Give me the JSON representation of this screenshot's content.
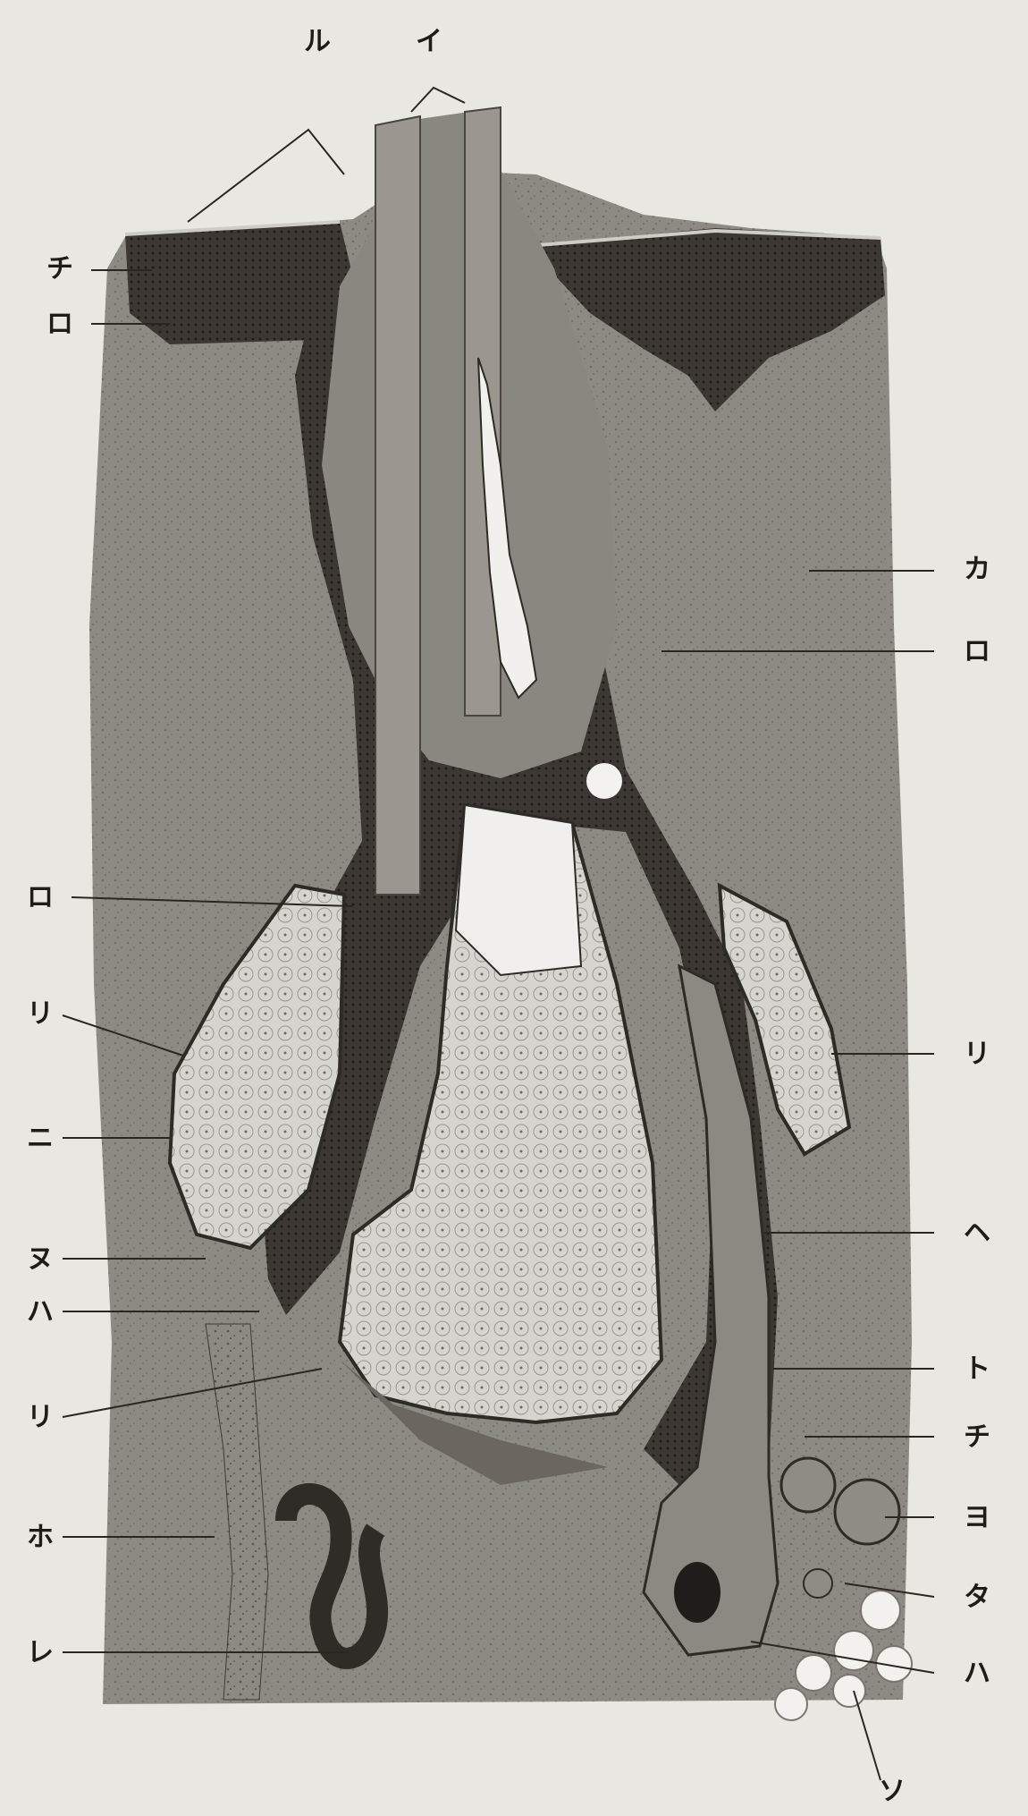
{
  "labels": {
    "top_ru": "ル",
    "top_i": "イ",
    "left_chi": "チ",
    "left_ro_top": "ロ",
    "right_ka": "カ",
    "right_ro": "ロ",
    "left_ro_mid": "ロ",
    "left_ri_upper": "リ",
    "left_ni": "ニ",
    "left_nu": "ヌ",
    "left_ha": "ハ",
    "left_ri_lower": "リ",
    "left_ho": "ホ",
    "left_re": "レ",
    "right_ri": "リ",
    "right_he": "ヘ",
    "right_to": "ト",
    "right_chi": "チ",
    "right_yo": "ヨ",
    "right_ta": "タ",
    "right_ha": "ハ",
    "bottom_so": "ソ"
  },
  "colors": {
    "paper": "#e9e7e2",
    "dermis": "#8d8a84",
    "epidermis": "#3a3530",
    "shaft": "#8a8680",
    "gland": "#d6d4cf",
    "ink": "#1f1b17"
  }
}
